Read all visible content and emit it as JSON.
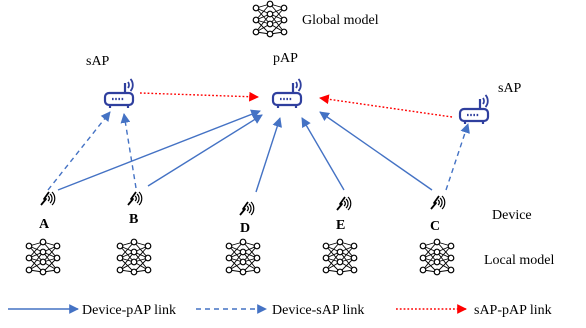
{
  "global_model": {
    "label": "Global model",
    "icon": "neural-network-icon"
  },
  "primary_ap": {
    "label": "pAP",
    "icon": "router-icon"
  },
  "secondary_aps": [
    {
      "label": "sAP",
      "icon": "router-icon"
    },
    {
      "label": "sAP",
      "icon": "router-icon"
    }
  ],
  "devices": [
    {
      "label": "A",
      "icon": "wireless-device-icon"
    },
    {
      "label": "B",
      "icon": "wireless-device-icon"
    },
    {
      "label": "D",
      "icon": "wireless-device-icon"
    },
    {
      "label": "E",
      "icon": "wireless-device-icon"
    },
    {
      "label": "C",
      "icon": "wireless-device-icon"
    }
  ],
  "row_labels": {
    "device": "Device",
    "local_model": "Local model"
  },
  "legend": {
    "device_pap": "Device-pAP link",
    "device_sap": "Device-sAP link",
    "sap_pap": "sAP-pAP link"
  },
  "colors": {
    "blue": "#4472c4",
    "red": "#ff0000",
    "router": "#2f3f9e",
    "icon": "#000000"
  }
}
